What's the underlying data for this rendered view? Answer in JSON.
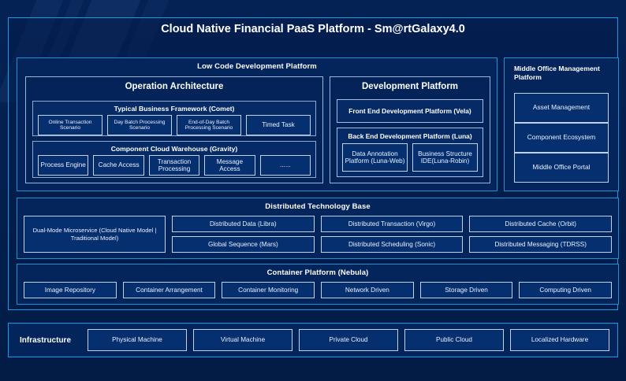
{
  "header": {
    "title": "Cloud Native Financial PaaS Platform - Sm@rtGalaxy4.0"
  },
  "low_code": {
    "title": "Low Code Development Platform",
    "operation_architecture": {
      "title": "Operation Architecture",
      "groups": [
        {
          "title": "Typical Business Framework (Comet)",
          "items": [
            "Online Transaction Scenario",
            "Day Batch Processing Scenario",
            "End-of-Day Batch Processing Scenario",
            "Timed Task"
          ]
        },
        {
          "title": "Component Cloud Warehouse (Gravity)",
          "items": [
            "Process Engine",
            "Cache Access",
            "Transaction Processing",
            "Message Access",
            "......"
          ]
        }
      ]
    },
    "development_platform": {
      "title": "Development Platform",
      "front_end": "Front End Development Platform (Vela)",
      "back_end": {
        "title": "Back End Development Platform (Luna)",
        "items": [
          "Data Annotation Platform (Luna-Web)",
          "Business Structure IDE(Luna-Robin)"
        ]
      }
    }
  },
  "middle_office": {
    "title": "Middle Office Management Platform",
    "items": [
      "Asset Management",
      "Component Ecosystem",
      "Middle Office Portal"
    ]
  },
  "distributed_base": {
    "title": "Distributed Technology Base",
    "dual_mode": "Dual-Mode Microservice (Cloud Native Model | Traditional Model)",
    "columns": [
      [
        "Distributed Data (Libra)",
        "Global Sequence (Mars)"
      ],
      [
        "Distributed Transaction (Virgo)",
        "Distributed Scheduling (Sonic)"
      ],
      [
        "Distributed Cache (Orbit)",
        "Distributed Messaging (TDRSS)"
      ]
    ]
  },
  "container_platform": {
    "title": "Container Platform (Nebula)",
    "items": [
      "Image Repository",
      "Container Arrangement",
      "Container Monitoring",
      "Network Driven",
      "Storage Driven",
      "Computing Driven"
    ]
  },
  "infrastructure": {
    "label": "Infrastructure",
    "items": [
      "Physical Machine",
      "Virtual Machine",
      "Private Cloud",
      "Public Cloud",
      "Localized Hardware"
    ]
  },
  "colors": {
    "background": "#03204f",
    "accent_border": "#1a9ae0",
    "chip_border": "#c3d2ea",
    "text": "#ffffff"
  }
}
